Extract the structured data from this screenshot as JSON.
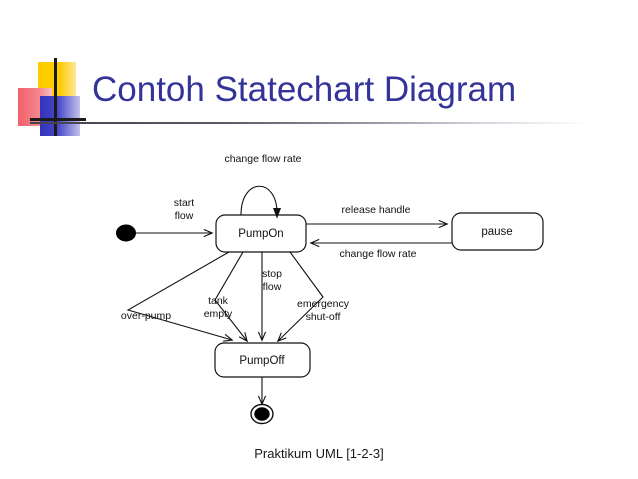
{
  "slide": {
    "title": "Contoh Statechart Diagram",
    "caption": "Praktikum UML [1-2-3]",
    "title_color": "#333399",
    "logo": {
      "yellow": "#ffcc00",
      "red": "#f2616c",
      "blue": "#3333bb",
      "crosshair": "#1a1a1a"
    }
  },
  "diagram": {
    "type": "uml-statechart",
    "states": [
      {
        "id": "pumpOn",
        "label": "PumpOn"
      },
      {
        "id": "pause",
        "label": "pause"
      },
      {
        "id": "pumpOff",
        "label": "PumpOff"
      }
    ],
    "pseudostates": [
      {
        "id": "initial",
        "kind": "initial"
      },
      {
        "id": "final",
        "kind": "final"
      }
    ],
    "transitions": [
      {
        "from": "initial",
        "to": "pumpOn",
        "label": "start flow",
        "line1": "start",
        "line2": "flow"
      },
      {
        "from": "pumpOn",
        "to": "pumpOn",
        "label": "change flow rate",
        "line1": "change flow rate",
        "line2": ""
      },
      {
        "from": "pumpOn",
        "to": "pause",
        "label": "release handle",
        "line1": "release handle",
        "line2": ""
      },
      {
        "from": "pause",
        "to": "pumpOn",
        "label": "change flow rate",
        "line1": "change flow rate",
        "line2": ""
      },
      {
        "from": "pumpOn",
        "to": "pumpOff",
        "label": "over-pump",
        "line1": "over-pump",
        "line2": ""
      },
      {
        "from": "pumpOn",
        "to": "pumpOff",
        "label": "tank empty",
        "line1": "tank",
        "line2": "empty"
      },
      {
        "from": "pumpOn",
        "to": "pumpOff",
        "label": "stop flow",
        "line1": "stop",
        "line2": "flow"
      },
      {
        "from": "pumpOn",
        "to": "pumpOff",
        "label": "emergency shut-off",
        "line1": "emergency",
        "line2": "shut-off"
      },
      {
        "from": "pumpOff",
        "to": "final",
        "label": "",
        "line1": "",
        "line2": ""
      }
    ]
  }
}
